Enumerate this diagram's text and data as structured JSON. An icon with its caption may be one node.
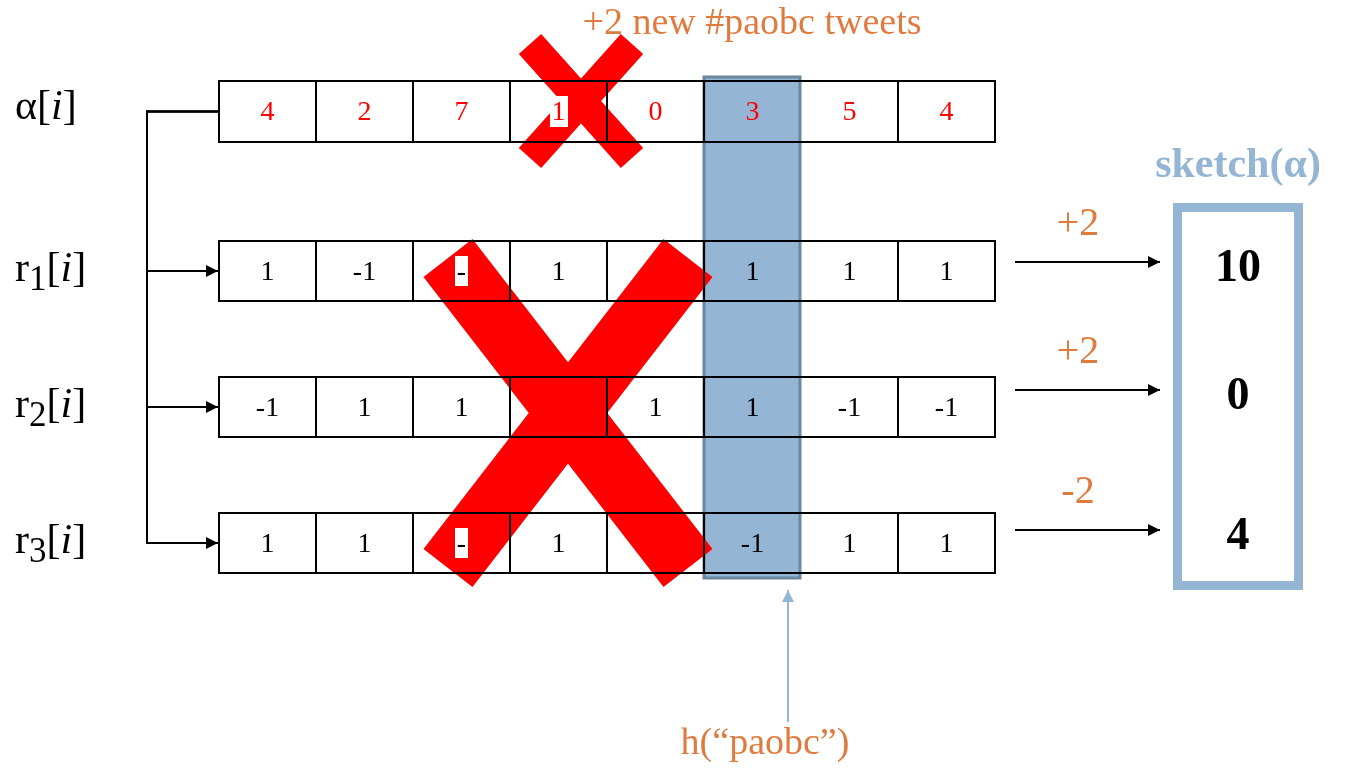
{
  "diagram": {
    "nodes": [
      {
        "text": [],
        "shape": "box",
        "beside": [
          "α[*i*]"
        ]
      },
      {
        "text": [
          "4"
        ],
        "in": 0
      },
      {
        "text": [
          "2"
        ],
        "in": 0
      },
      {
        "text": [
          "7"
        ],
        "in": 0
      },
      {
        "text": [
          "1"
        ],
        "in": 0
      },
      {
        "text": [
          "0"
        ],
        "in": 0
      },
      {
        "text": [
          "3"
        ]
      },
      {
        "text": [
          "5"
        ],
        "in": 0
      },
      {
        "text": [
          "4"
        ],
        "in": 0
      },
      {
        "text": [],
        "shape": "box",
        "beside": [
          "r$_{1}$[*i*]"
        ]
      },
      {
        "text": [
          "1"
        ],
        "in": 9
      },
      {
        "text": [
          "-1"
        ],
        "in": 9
      },
      {
        "text": [
          "-"
        ],
        "in": 9
      },
      {
        "text": [
          "1"
        ],
        "in": 9
      },
      {
        "text": [],
        "shape": "box",
        "in": 9
      },
      {
        "text": [
          "1"
        ]
      },
      {
        "text": [
          "1"
        ],
        "in": 9
      },
      {
        "text": [
          "1"
        ],
        "in": 9
      },
      {
        "text": [],
        "shape": "box",
        "beside": [
          "r$_{2}$[*i*]"
        ]
      },
      {
        "text": [
          "-1"
        ],
        "in": 18
      },
      {
        "text": [
          "1"
        ],
        "in": 18
      },
      {
        "text": [
          "1"
        ],
        "in": 18
      },
      {
        "text": [],
        "shape": "box",
        "in": 18
      },
      {
        "text": [
          "1"
        ],
        "in": 18
      },
      {
        "text": [
          "1"
        ]
      },
      {
        "text": [
          "-1"
        ],
        "in": 18
      },
      {
        "text": [
          "-1"
        ],
        "in": 18
      },
      {
        "text": [],
        "shape": "box",
        "beside": [
          "r$_{3}$[*i*]"
        ]
      },
      {
        "text": [
          "1"
        ],
        "in": 27
      },
      {
        "text": [
          "1"
        ],
        "in": 27
      },
      {
        "text": [
          "-"
        ],
        "in": 27
      },
      {
        "text": [
          "1"
        ],
        "in": 27
      },
      {
        "text": [],
        "shape": "box",
        "in": 27
      },
      {
        "text": [
          "-1"
        ]
      },
      {
        "text": [
          "1"
        ],
        "in": 27
      },
      {
        "text": [
          "1"
        ],
        "in": 27
      },
      {
        "text": [],
        "shape": "bar",
        "beside": [
          "+2 new #paobc tweets"
        ]
      },
      {
        "text": [
          "sketch(α)"
        ]
      },
      {
        "text": [
          "10"
        ],
        "in": 37
      },
      {
        "text": [
          "0"
        ],
        "in": 37
      },
      {
        "text": [
          "4"
        ],
        "in": 37
      },
      {
        "text": [
          "h(“paobc”)"
        ]
      }
    ],
    "edges": [
      {
        "from": 0,
        "to": 9,
        "arrow": "to"
      },
      {
        "from": 0,
        "to": 18,
        "arrow": "to"
      },
      {
        "from": 0,
        "to": 27,
        "arrow": "to"
      },
      {
        "from": 9,
        "to": 38,
        "arrow": "to",
        "label": "+2"
      },
      {
        "from": 18,
        "to": 39,
        "arrow": "to",
        "label": "+2"
      },
      {
        "from": 27,
        "to": 40,
        "arrow": "to",
        "label": "-2"
      },
      {
        "from": 41,
        "to": 36,
        "arrow": "to",
        "color": "#94b5d3"
      }
    ]
  }
}
